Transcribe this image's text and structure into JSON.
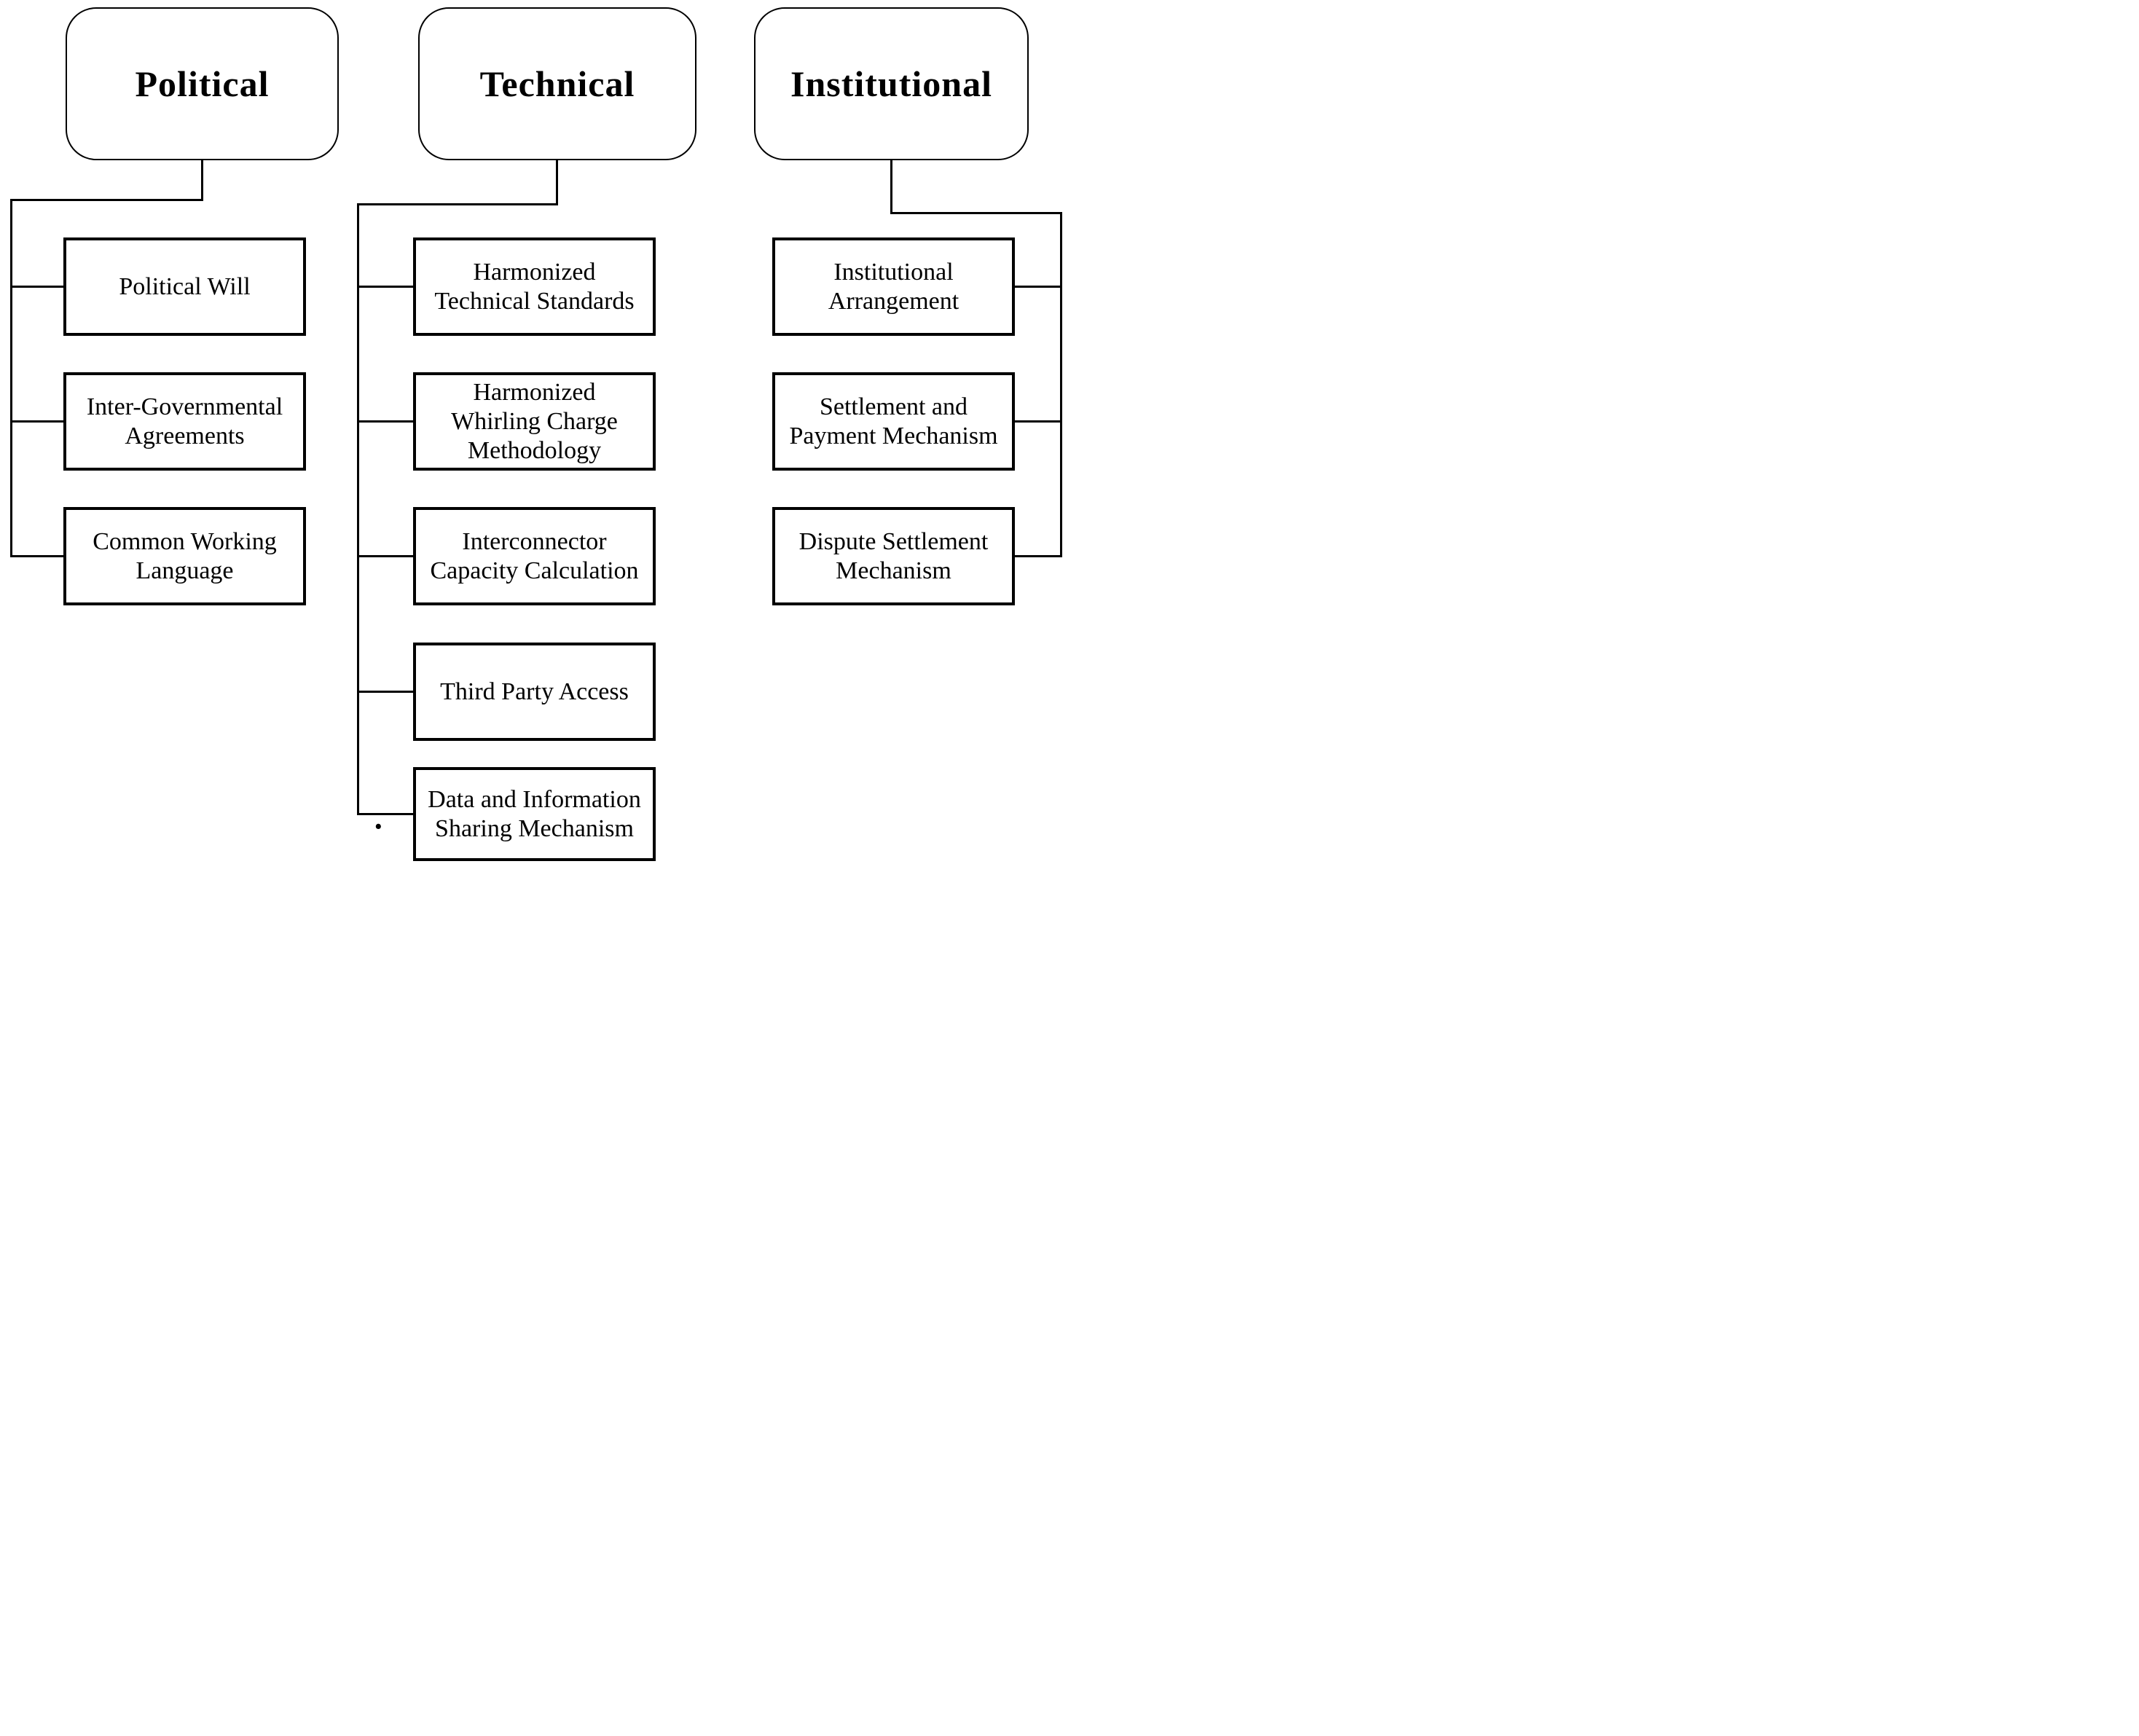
{
  "columns": [
    {
      "id": "political",
      "header": "Political",
      "boxes": [
        {
          "lines": [
            "Political Will"
          ]
        },
        {
          "lines": [
            "Inter-Governmental",
            "Agreements"
          ]
        },
        {
          "lines": [
            "Common Working",
            "Language"
          ]
        }
      ]
    },
    {
      "id": "technical",
      "header": "Technical",
      "boxes": [
        {
          "lines": [
            "Harmonized",
            "Technical Standards"
          ]
        },
        {
          "lines": [
            "Harmonized",
            "Whirling Charge",
            "Methodology"
          ]
        },
        {
          "lines": [
            "Interconnector",
            "Capacity Calculation"
          ]
        },
        {
          "lines": [
            "Third Party Access"
          ]
        },
        {
          "lines": [
            "Data and Information",
            "Sharing Mechanism"
          ]
        }
      ]
    },
    {
      "id": "institutional",
      "header": "Institutional",
      "boxes": [
        {
          "lines": [
            "Institutional",
            "Arrangement"
          ]
        },
        {
          "lines": [
            "Settlement and",
            "Payment Mechanism"
          ]
        },
        {
          "lines": [
            "Dispute Settlement",
            "Mechanism"
          ]
        }
      ]
    }
  ],
  "stray_dot": {
    "glyph": "·"
  },
  "colors": {
    "line": "#000000",
    "background": "#ffffff",
    "box_fill": "#ffffff",
    "text": "#000000"
  }
}
